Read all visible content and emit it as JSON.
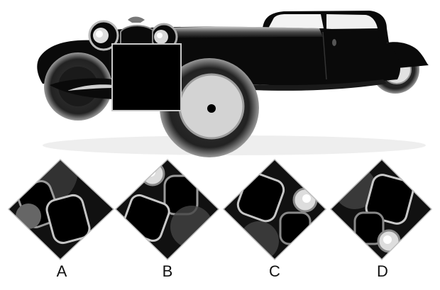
{
  "puzzle": {
    "options": [
      {
        "label": "A"
      },
      {
        "label": "B"
      },
      {
        "label": "C"
      },
      {
        "label": "D"
      }
    ]
  },
  "colors": {
    "car_body": "#0a0a0a",
    "wheel_face": "#d0d0d0",
    "window": "#f2f2f2",
    "missing_piece": "#000000",
    "background": "#ffffff"
  }
}
